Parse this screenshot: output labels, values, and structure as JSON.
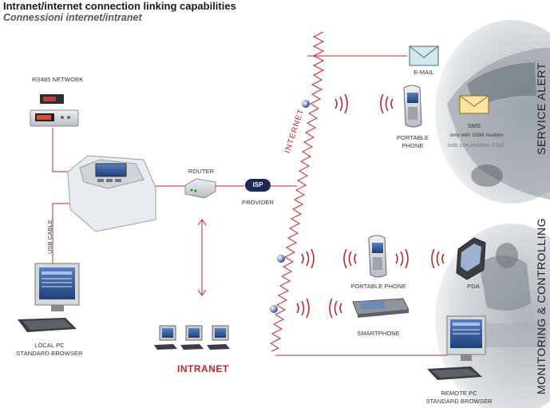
{
  "title": "Intranet/internet connection linking capabilities",
  "subtitle": "Connessioni internet/intranet",
  "labels": {
    "rs485": "RS485 NETWORK",
    "router": "ROUTER",
    "isp": "ISP",
    "provider": "PROVIDER",
    "usb": "USB CABLE",
    "local_pc_1": "LOCAL PC",
    "local_pc_2": "STANDARD BROWSER",
    "intranet": "INTRANET",
    "internet": "INTERNET",
    "email": "E-MAIL",
    "portable_phone_1": "PORTABLE",
    "portable_phone_2": "PHONE",
    "sms": "SMS",
    "sms_note": "only with GSM modem",
    "sms_note_it": "solo con modem GSM",
    "portable_phone_b": "PORTABLE PHONE",
    "pda": "PDA",
    "smartphone": "SMARTPHONE",
    "remote_pc_1": "REMOTE PC",
    "remote_pc_2": "STANDARD BROWSER",
    "service_alert": "SERVICE ALERT",
    "monitoring": "MONITORING & CONTROLLING"
  },
  "colors": {
    "line": "#c0272d",
    "isp_bg": "#1c2a55"
  }
}
